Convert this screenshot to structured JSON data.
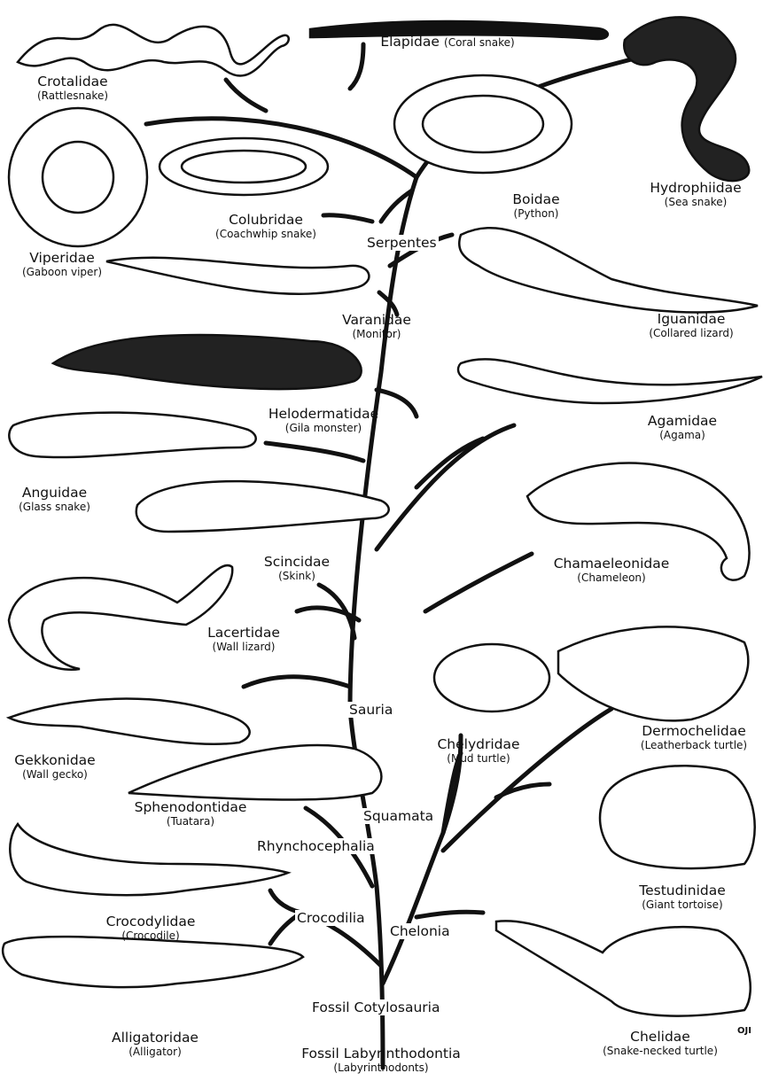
{
  "groups": {
    "serpentes": "Serpentes",
    "sauria": "Sauria",
    "squamata": "Squamata",
    "rhynchocephalia": "Rhynchocephalia",
    "crocodilia": "Crocodilia",
    "chelonia": "Chelonia",
    "cotylosauria": "Fossil Cotylosauria",
    "labyrinthodontia": "Fossil Labyrinthodontia",
    "labyrinthodontia_common": "(Labyrinthodonts)"
  },
  "families": [
    {
      "id": "crotalidae",
      "name": "Crotalidae",
      "common": "(Rattlesnake)"
    },
    {
      "id": "elapidae",
      "name": "Elapidae",
      "common": "(Coral snake)"
    },
    {
      "id": "hydrophiidae",
      "name": "Hydrophiidae",
      "common": "(Sea snake)"
    },
    {
      "id": "boidae",
      "name": "Boidae",
      "common": "(Python)"
    },
    {
      "id": "viperidae",
      "name": "Viperidae",
      "common": "(Gaboon viper)"
    },
    {
      "id": "colubridae",
      "name": "Colubridae",
      "common": "(Coachwhip snake)"
    },
    {
      "id": "varanidae",
      "name": "Varanidae",
      "common": "(Monitor)"
    },
    {
      "id": "iguanidae",
      "name": "Iguanidae",
      "common": "(Collared lizard)"
    },
    {
      "id": "helodermatidae",
      "name": "Helodermatidae",
      "common": "(Gila monster)"
    },
    {
      "id": "agamidae",
      "name": "Agamidae",
      "common": "(Agama)"
    },
    {
      "id": "anguidae",
      "name": "Anguidae",
      "common": "(Glass snake)"
    },
    {
      "id": "scincidae",
      "name": "Scincidae",
      "common": "(Skink)"
    },
    {
      "id": "chamaeleonidae",
      "name": "Chamaeleonidae",
      "common": "(Chameleon)"
    },
    {
      "id": "lacertidae",
      "name": "Lacertidae",
      "common": "(Wall lizard)"
    },
    {
      "id": "gekkonidae",
      "name": "Gekkonidae",
      "common": "(Wall gecko)"
    },
    {
      "id": "chelydridae",
      "name": "Chelydridae",
      "common": "(Mud turtle)"
    },
    {
      "id": "dermochelidae",
      "name": "Dermochelidae",
      "common": "(Leatherback turtle)"
    },
    {
      "id": "sphenodontidae",
      "name": "Sphenodontidae",
      "common": "(Tuatara)"
    },
    {
      "id": "testudinidae",
      "name": "Testudinidae",
      "common": "(Giant tortoise)"
    },
    {
      "id": "crocodylidae",
      "name": "Crocodylidae",
      "common": "(Crocodile)"
    },
    {
      "id": "alligatoridae",
      "name": "Alligatoridae",
      "common": "(Alligator)"
    },
    {
      "id": "chelidae",
      "name": "Chelidae",
      "common": "(Snake-necked turtle)"
    }
  ],
  "artist_signature": "OJI"
}
